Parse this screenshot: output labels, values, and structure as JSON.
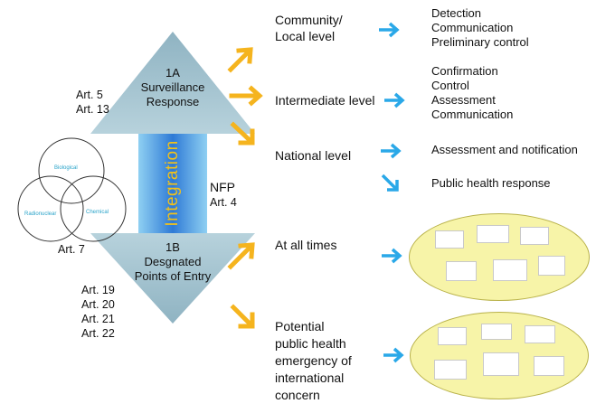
{
  "arrow": {
    "top_id": "1A",
    "top_line1": "Surveillance",
    "top_line2": "Response",
    "vertical_label": "Integration",
    "bottom_id": "1B",
    "bottom_line1": "Desgnated",
    "bottom_line2": "Points of Entry"
  },
  "articles": {
    "top": [
      "Art. 5",
      "Art. 13"
    ],
    "venn": "Art. 7",
    "bottom": [
      "Art. 19",
      "Art. 20",
      "Art. 21",
      "Art. 22"
    ]
  },
  "venn": {
    "circle1": "Biological",
    "circle2": "Radionuclear",
    "circle3": "Chemical"
  },
  "nfp": {
    "label": "NFP",
    "article": "Art. 4"
  },
  "levels": {
    "community_1": "Community/",
    "community_2": "Local level",
    "intermediate": "Intermediate level",
    "national": "National level",
    "at_all_times": "At all times",
    "potential": [
      "Potential",
      "public health",
      "emergency of",
      "international",
      "concern"
    ]
  },
  "actions": {
    "community": [
      "Detection",
      "Communication",
      "Preliminary control"
    ],
    "intermediate": [
      "Confirmation",
      "Control",
      "Assessment",
      "Communication"
    ],
    "national_1": "Assessment and notification",
    "national_2": "Public health response"
  },
  "colors": {
    "orange_arrow": "#f5b41e",
    "blue_arrow": "#2aa8e8",
    "big_arrow_top": "#9dbfcb",
    "big_arrow_mid": "#3f7fd4",
    "integration_text": "#f2c21a",
    "pill_fill": "#f7f4a8"
  }
}
